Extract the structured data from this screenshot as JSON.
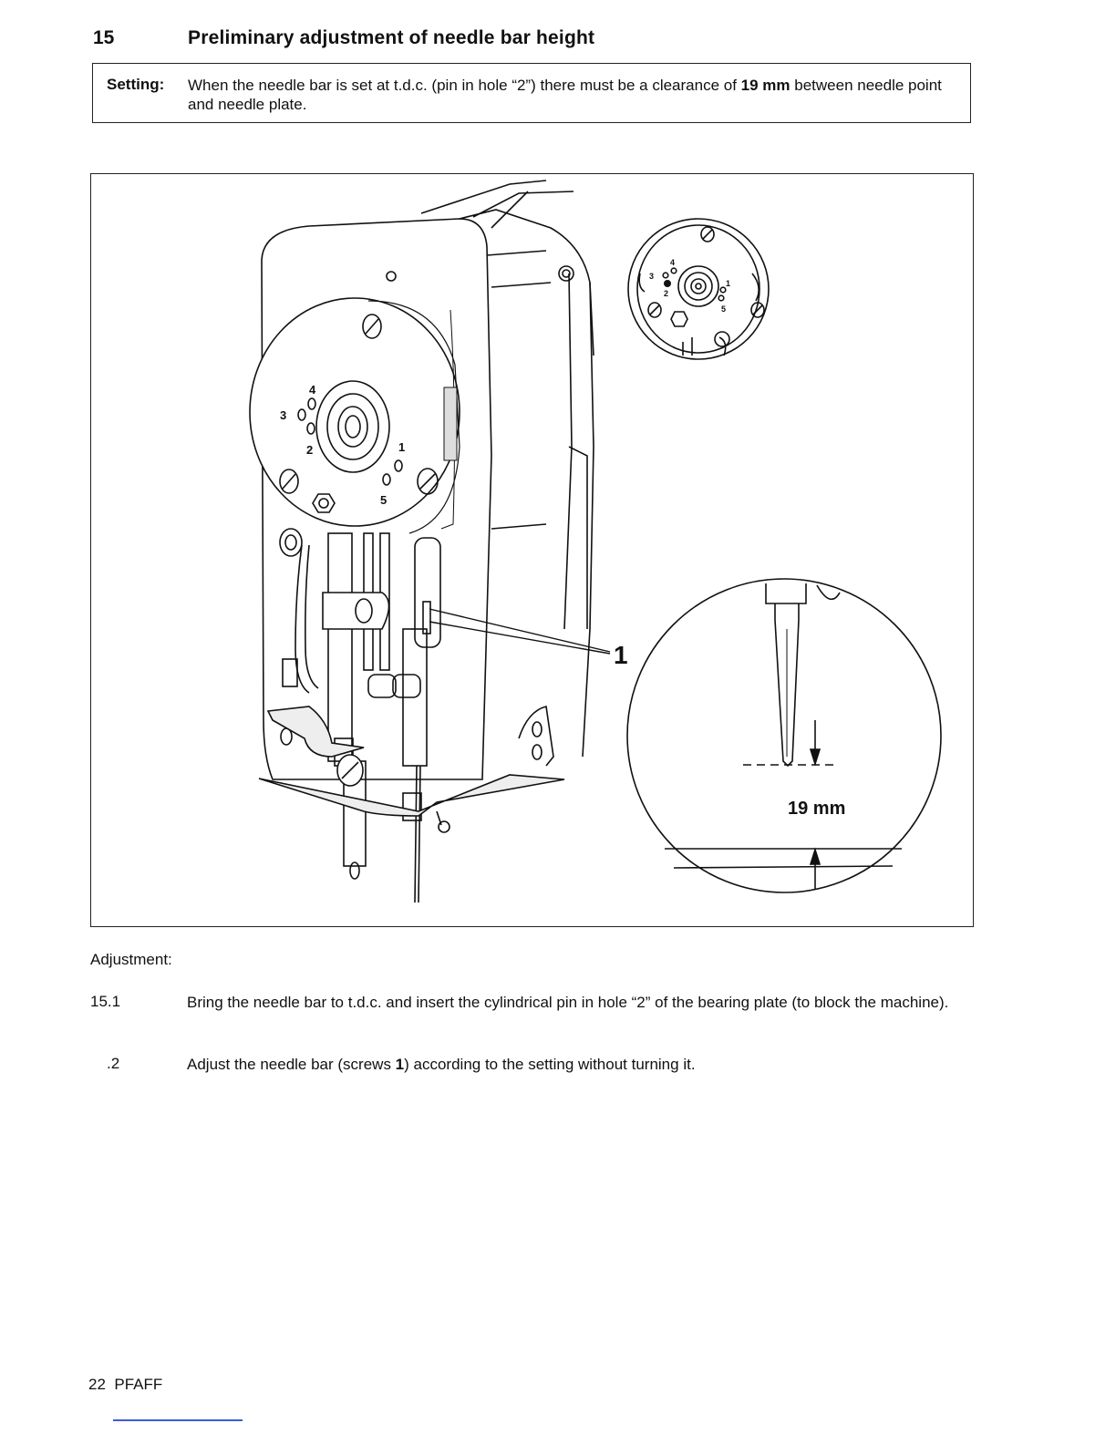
{
  "section": {
    "number": "15",
    "title": "Preliminary adjustment of needle bar height"
  },
  "setting": {
    "label": "Setting:",
    "text_before": "When the needle bar is set at t.d.c. (pin in hole “2”) there must be a clearance of ",
    "value": "19 mm",
    "text_after": " between needle point and needle plate."
  },
  "figure": {
    "pointer_label": "1",
    "hole_labels": [
      "4",
      "3",
      "2",
      "1",
      "5"
    ],
    "inset_hole_labels": [
      "4",
      "3",
      "2",
      "1",
      "5"
    ],
    "detail_dimension": "19 mm"
  },
  "adjustment": {
    "label": "Adjustment:",
    "steps": [
      {
        "number": "15.1",
        "text": "Bring the needle bar to t.d.c. and insert the cylindrical pin in hole “2” of the bearing plate (to block the machine)."
      },
      {
        "number": ".2",
        "text_before": "Adjust the needle bar (screws ",
        "screw_ref": "1",
        "text_after": ") according to the setting without turning it."
      }
    ]
  },
  "footer": {
    "page": "22",
    "brand": "PFAFF"
  }
}
